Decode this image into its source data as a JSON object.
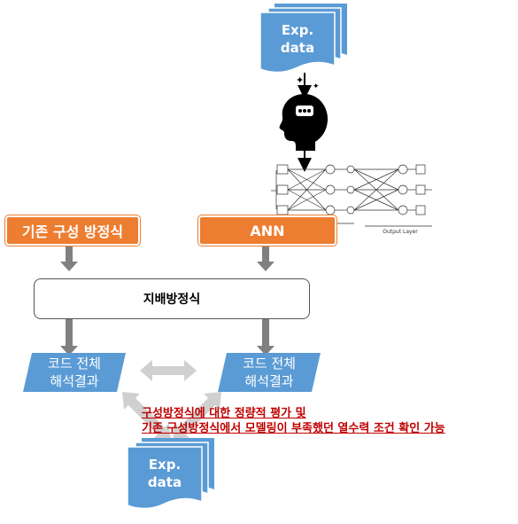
{
  "exp_data_top": "Exp.\ndata",
  "exp_data_bottom": "Exp.\ndata",
  "existing_eq": "기존 구성 방정식",
  "ann": "ANN",
  "governing": "지배방정식",
  "result_left": "코드 전체\n해석결과",
  "result_right": "코드 전체\n해석결과",
  "note_line1": "구성방정식에 대한 정량적 평가 및",
  "note_line2": "기존 구성방정식에서 모델링이 부족했던 열수력 조건 확인 가능",
  "nn_output_layer": "Output Layer",
  "colors": {
    "orange": "#ED7D31",
    "blue": "#5B9BD5",
    "gray": "#808080",
    "red": "#C00000"
  }
}
